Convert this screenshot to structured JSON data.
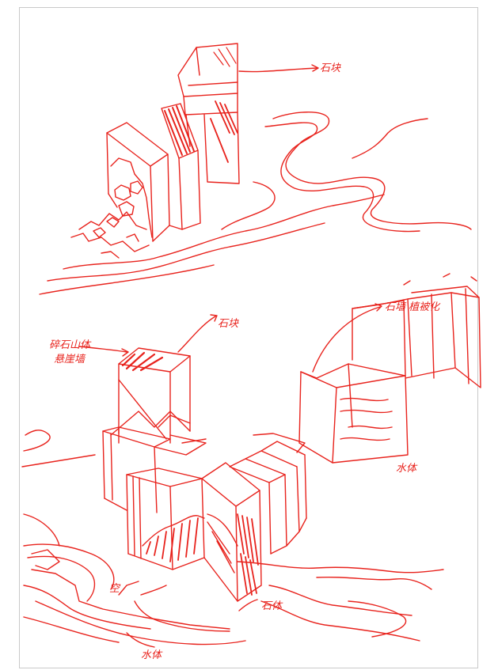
{
  "sketch": {
    "ink_color": "#e8231d",
    "paper_color": "#ffffff",
    "frame_color": "#c9c9c9",
    "annotations": {
      "top_right": "石块",
      "top_left_upper": "碎石山体",
      "top_left_lower": "悬崖墙",
      "mid_top": "石块",
      "right_top": "石墙 植被化",
      "right_lower": "水体",
      "bottom_center": "石体",
      "bottom_left_small": "空",
      "bottom_left": "水体"
    }
  }
}
